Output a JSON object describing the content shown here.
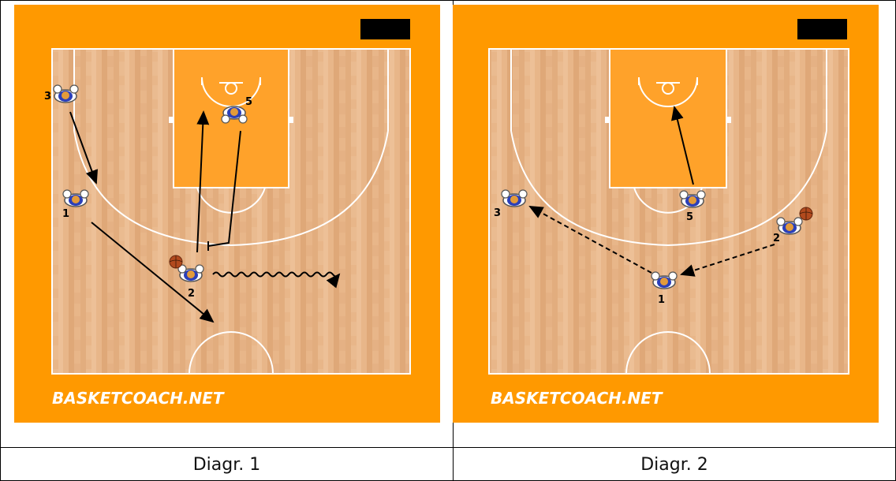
{
  "diagrams": [
    {
      "caption": "Diagr. 1",
      "watermark": "BASKETCOACH.NET",
      "players": [
        {
          "id": "3",
          "label": "3"
        },
        {
          "id": "5",
          "label": "5"
        },
        {
          "id": "1",
          "label": "1"
        },
        {
          "id": "2",
          "label": "2"
        }
      ]
    },
    {
      "caption": "Diagr. 2",
      "watermark": "BASKETCOACH.NET",
      "players": [
        {
          "id": "3",
          "label": "3"
        },
        {
          "id": "5",
          "label": "5"
        },
        {
          "id": "1",
          "label": "1"
        },
        {
          "id": "2",
          "label": "2"
        }
      ]
    }
  ],
  "colors": {
    "border": "#ff9900",
    "paint": "#ffa22a",
    "wood": "#e8b689",
    "player_shirt": "#2b3fb8",
    "ball": "#b24a1e"
  }
}
